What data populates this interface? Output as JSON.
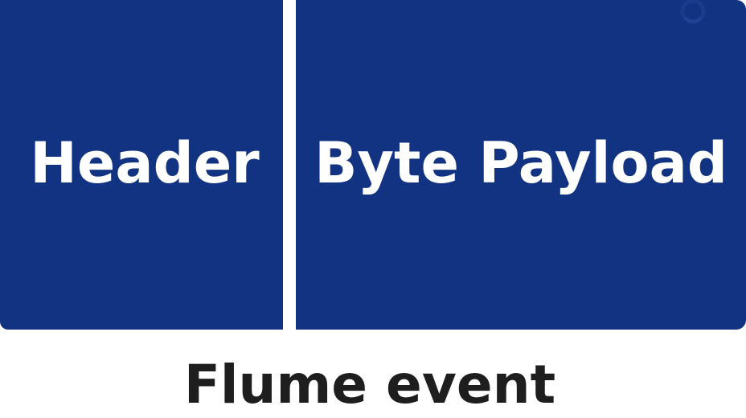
{
  "diagram": {
    "blocks": [
      {
        "label": "Header"
      },
      {
        "label": "Byte Payload"
      }
    ],
    "caption": "Flume event"
  },
  "colors": {
    "block_fill": "#123382",
    "block_text": "#ffffff",
    "caption_text": "#1e1e1e",
    "background": "#ffffff"
  },
  "icons": {
    "watermark": "faint-logo-watermark-icon"
  }
}
